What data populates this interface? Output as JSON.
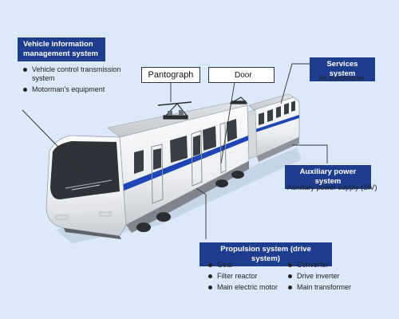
{
  "labels": {
    "vims": {
      "title": "Vehicle information management system",
      "items": [
        "Vehicle control transmission system",
        "Motorman's equipment"
      ]
    },
    "pantograph": "Pantograph",
    "door": "Door",
    "services": {
      "title": "Services system",
      "items": [
        "Air conditioner"
      ]
    },
    "auxiliary": {
      "title": "Auxiliary power system",
      "items": [
        "Auxiliary power supply (SIV)"
      ]
    },
    "propulsion": {
      "title": "Propulsion system (drive system)",
      "left_items": [
        "Gear",
        "Filter reactor",
        "Main electric motor"
      ],
      "right_items": [
        "Converter",
        "Drive inverter",
        "Main transformer"
      ]
    }
  },
  "colors": {
    "background": "#dbe9fb",
    "label_fill": "#1f3d8e",
    "stripe": "#1e46b4",
    "train_body": "#f1f2f4",
    "window": "#3a3d44"
  }
}
